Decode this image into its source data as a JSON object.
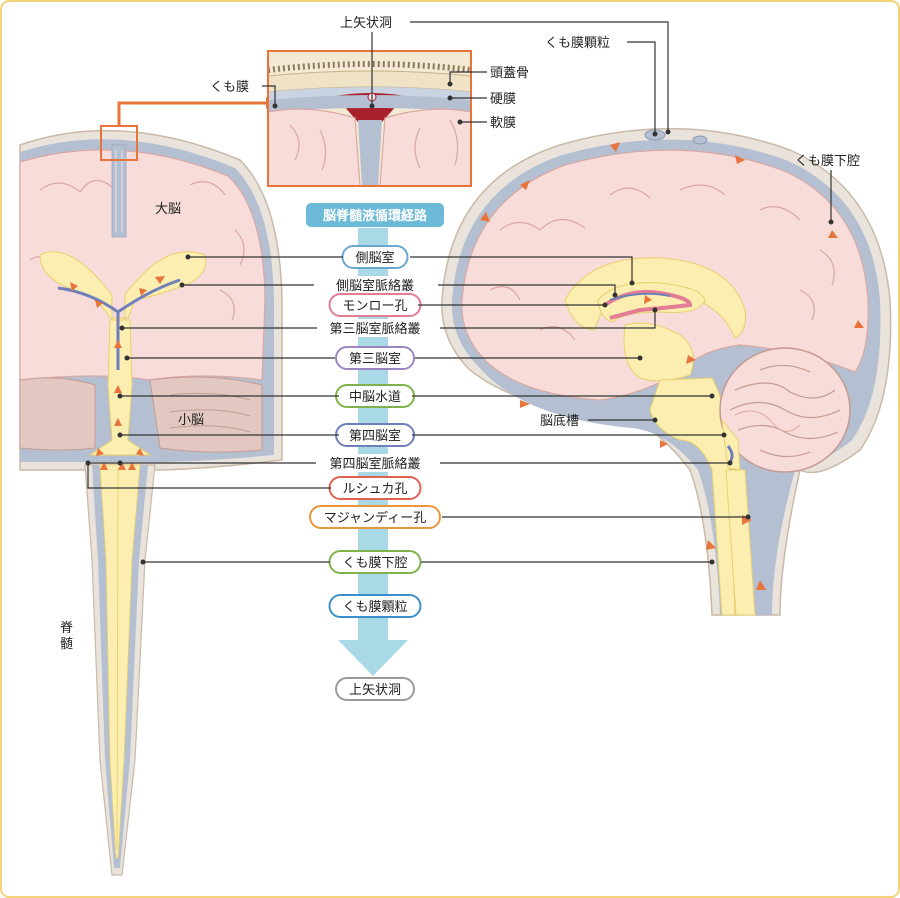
{
  "title": "脳脊髄液循環経路",
  "pathway": [
    {
      "label": "側脳室",
      "color": "#6aa7cf"
    },
    {
      "label": "側脳室脈絡叢",
      "color": ""
    },
    {
      "label": "モンロー孔",
      "color": "#e27d94"
    },
    {
      "label": "第三脳室脈絡叢",
      "color": ""
    },
    {
      "label": "第三脳室",
      "color": "#9b86c4"
    },
    {
      "label": "中脳水道",
      "color": "#7fb24a"
    },
    {
      "label": "第四脳室",
      "color": "#6f7fb9"
    },
    {
      "label": "第四脳室脈絡叢",
      "color": ""
    },
    {
      "label": "ルシュカ孔",
      "color": "#e0624e"
    },
    {
      "label": "マジャンディー孔",
      "color": "#e8963a"
    },
    {
      "label": "くも膜下腔",
      "color": "#7fb24a"
    },
    {
      "label": "くも膜顆粒",
      "color": "#3d8fcb"
    },
    {
      "label": "上矢状洞",
      "color": "#9a9a9a"
    }
  ],
  "labels": {
    "sss": "上矢状洞",
    "granulation": "くも膜顆粒",
    "arachnoid": "くも膜",
    "skull": "頭蓋骨",
    "dura": "硬膜",
    "pia": "軟膜",
    "cerebrum": "大脳",
    "cerebellum": "小脳",
    "spinal_cord": "脊髄",
    "cistern": "脳底槽",
    "subarachnoid_right": "くも膜下腔"
  },
  "colors": {
    "frame": "#f3d37a",
    "brain": "#f8dcd9",
    "ventricle": "#fbeeb0",
    "space": "#aab8cc",
    "csf_arrow": "#e8743b",
    "inset_border": "#e8743b",
    "pathway_arrow": "#a9d8e6"
  }
}
